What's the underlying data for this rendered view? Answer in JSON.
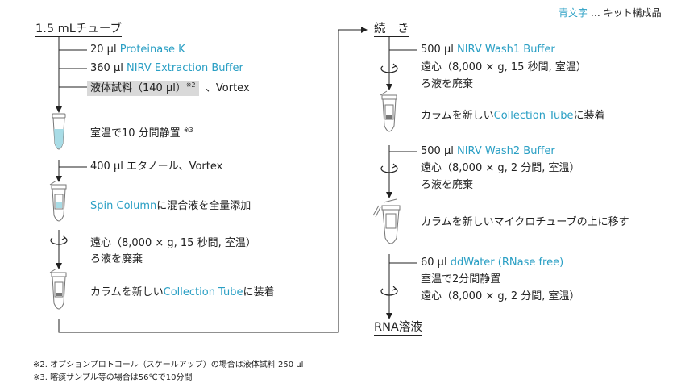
{
  "legend": {
    "blue_text": "青文字",
    "rest": " … キット構成品"
  },
  "colors": {
    "accent": "#2a9fc4",
    "sample_bg": "#d9d9d9",
    "line": "#222222"
  },
  "left": {
    "title": "1.5 mLチューブ",
    "steps": [
      {
        "pre": "20 µl ",
        "blue": "Proteinase K",
        "post": ""
      },
      {
        "pre": "360 µl ",
        "blue": "NIRV Extraction Buffer",
        "post": ""
      },
      {
        "sample": "液体試料（140 µl）",
        "sup": "※2",
        "post": "、Vortex"
      }
    ],
    "incubate": {
      "text": "室温で10 分間静置",
      "sup": "※3"
    },
    "ethanol": "400 µl エタノール、Vortex",
    "spin": {
      "blue": "Spin Column",
      "post": "に混合液を全量添加"
    },
    "centrifuge": [
      "遠心（8,000 × g, 15 秒間, 室温）",
      "ろ液を廃棄"
    ],
    "new_tube": {
      "pre": "カラムを新しい",
      "blue": "Collection Tube",
      "post": "に装着"
    }
  },
  "right": {
    "title": "続　き",
    "wash1": {
      "pre": "500 µl ",
      "blue": "NIRV Wash1 Buffer",
      "post": ""
    },
    "centrifuge1": [
      "遠心（8,000 × g, 15 秒間, 室温）",
      "ろ液を廃棄"
    ],
    "new_tube": {
      "pre": "カラムを新しい",
      "blue": "Collection Tube",
      "post": "に装着"
    },
    "wash2": {
      "pre": "500 µl ",
      "blue": "NIRV Wash2 Buffer",
      "post": ""
    },
    "centrifuge2": [
      "遠心（8,000 × g, 2 分間, 室温）",
      "ろ液を廃棄"
    ],
    "micro_tube": "カラムを新しいマイクロチューブの上に移す",
    "water": {
      "pre": "60 µl ",
      "blue": "ddWater (RNase free)",
      "post": ""
    },
    "incubate": "室温で2分間静置",
    "centrifuge3": "遠心（8,000 × g, 2 分間, 室温）",
    "result": "RNA溶液"
  },
  "footnotes": [
    "※2.  オプションプロトコール（スケールアップ）の場合は液体試料 250 µl",
    "※3.  喀痰サンプル等の場合は56℃で10分間"
  ]
}
